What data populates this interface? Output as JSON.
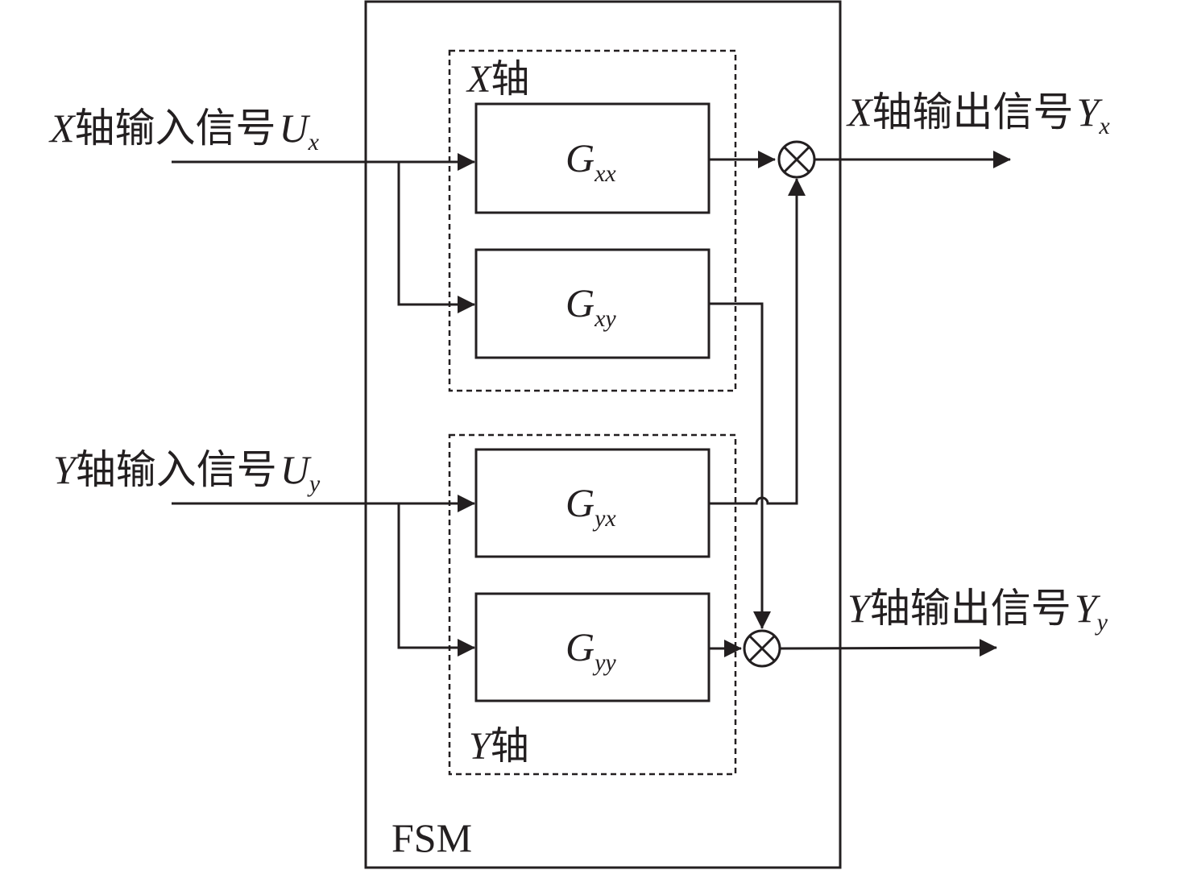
{
  "diagram": {
    "container_label": "FSM",
    "groups": [
      {
        "id": "x-axis",
        "var": "X",
        "suffix": "轴"
      },
      {
        "id": "y-axis",
        "var": "Y",
        "suffix": "轴"
      }
    ],
    "blocks": [
      {
        "id": "gxx",
        "main": "G",
        "sub": "xx"
      },
      {
        "id": "gxy",
        "main": "G",
        "sub": "xy"
      },
      {
        "id": "gyx",
        "main": "G",
        "sub": "yx"
      },
      {
        "id": "gyy",
        "main": "G",
        "sub": "yy"
      }
    ],
    "inputs": [
      {
        "id": "ux",
        "var": "X",
        "text": "轴输入信号",
        "sym": "U",
        "sub": "x"
      },
      {
        "id": "uy",
        "var": "Y",
        "text": "轴输入信号",
        "sym": "U",
        "sub": "y"
      }
    ],
    "outputs": [
      {
        "id": "yx",
        "var": "X",
        "text": "轴输出信号",
        "sym": "Y",
        "sub": "x"
      },
      {
        "id": "yy",
        "var": "Y",
        "text": "轴输出信号",
        "sym": "Y",
        "sub": "y"
      }
    ],
    "junction_symbol": "multiply",
    "connections": [
      {
        "from": "ux",
        "to": "gxx"
      },
      {
        "from": "ux",
        "to": "gxy"
      },
      {
        "from": "uy",
        "to": "gyx"
      },
      {
        "from": "uy",
        "to": "gyy"
      },
      {
        "from": "gxx",
        "to": "junction-x"
      },
      {
        "from": "gyx",
        "to": "junction-x"
      },
      {
        "from": "gxy",
        "to": "junction-y"
      },
      {
        "from": "gyy",
        "to": "junction-y"
      },
      {
        "from": "junction-x",
        "to": "yx"
      },
      {
        "from": "junction-y",
        "to": "yy"
      }
    ],
    "colors": {
      "ink": "#231f20",
      "background": "#ffffff"
    }
  }
}
